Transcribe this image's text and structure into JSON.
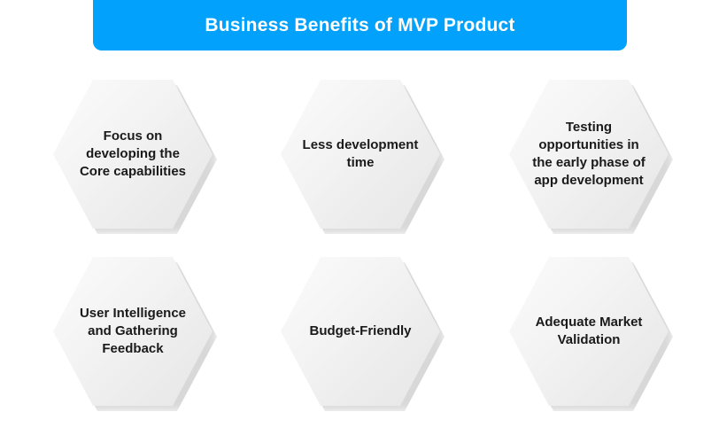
{
  "header": {
    "title": "Business Benefits of MVP Product",
    "background_color": "#02A1FC",
    "text_color": "#FFFFFF"
  },
  "theme": {
    "page_background": "#FFFFFF",
    "hex_fill_light": "#FBFBFB",
    "hex_fill_dark": "#E6E6E6",
    "hex_text_color": "#1A1A1A",
    "hex_shadow_color": "#D2D2D2"
  },
  "benefits": [
    {
      "id": "focus-core-capabilities",
      "label": "Focus on developing the Core capabilities",
      "row": 1,
      "column": 1
    },
    {
      "id": "less-development-time",
      "label": "Less development time",
      "row": 1,
      "column": 2
    },
    {
      "id": "testing-opportunities",
      "label": "Testing opportunities in the early phase of app development",
      "row": 1,
      "column": 3
    },
    {
      "id": "user-intelligence-feedback",
      "label": "User Intelligence and Gathering Feedback",
      "row": 2,
      "column": 1
    },
    {
      "id": "budget-friendly",
      "label": "Budget-Friendly",
      "row": 2,
      "column": 2
    },
    {
      "id": "adequate-market-validation",
      "label": "Adequate Market Validation",
      "row": 2,
      "column": 3
    }
  ]
}
